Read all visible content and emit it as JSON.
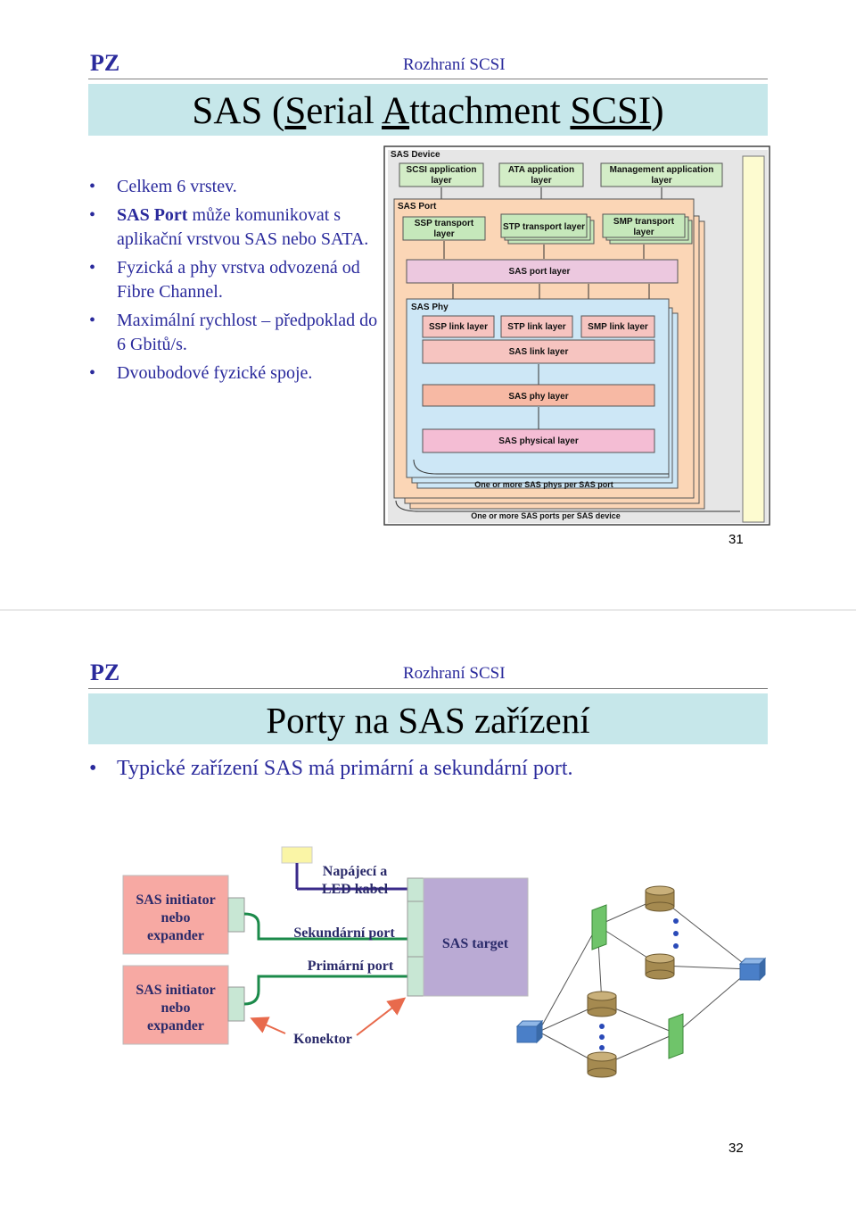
{
  "slide1": {
    "brand": "PZ",
    "section": "Rozhraní SCSI",
    "title_parts": [
      "SAS (",
      "S",
      "erial ",
      "A",
      "ttachment ",
      "SCSI",
      ")"
    ],
    "bullets": [
      {
        "strong": "",
        "text": "Celkem 6 vrstev."
      },
      {
        "strong": "SAS Port",
        "text": " může komunikovat s aplikační vrstvou SAS nebo SATA."
      },
      {
        "strong": "",
        "text": "Fyzická a phy vrstva odvozená od Fibre Channel."
      },
      {
        "strong": "",
        "text": "Maximální rychlost – předpoklad do 6 Gbitů/s."
      },
      {
        "strong": "",
        "text": "Dvoubodové fyzické spoje."
      }
    ],
    "page_number": "31",
    "diagram": {
      "sas_device": "SAS Device",
      "scsi_app": [
        "SCSI application",
        "layer"
      ],
      "ata_app": [
        "ATA application",
        "layer"
      ],
      "mgmt_app": [
        "Management application",
        "layer"
      ],
      "sas_port": "SAS Port",
      "ssp_transport": [
        "SSP transport",
        "layer"
      ],
      "stp_transport": "STP transport layer",
      "smp_transport": [
        "SMP transport",
        "layer"
      ],
      "port_layer": "SAS port layer",
      "sas_phy": "SAS Phy",
      "ssp_link": "SSP link layer",
      "stp_link": "STP link layer",
      "smp_link": "SMP link layer",
      "link_layer": "SAS link layer",
      "phy_layer": "SAS phy layer",
      "physical_layer": "SAS physical layer",
      "phys_per_port": "One or more SAS phys per SAS port",
      "ports_per_device": "One or more SAS ports per SAS device"
    }
  },
  "slide2": {
    "brand": "PZ",
    "section": "Rozhraní SCSI",
    "title": "Porty na SAS zařízení",
    "bullet": "Typické zařízení SAS má primární a sekundární port.",
    "page_number": "32",
    "diagram": {
      "initiator_top": [
        "SAS initiator",
        "nebo",
        "expander"
      ],
      "initiator_bottom": [
        "SAS initiator",
        "nebo",
        "expander"
      ],
      "power_label": [
        "Napájecí a",
        "LED kabel"
      ],
      "secondary_port": "Sekundární port",
      "primary_port": "Primární port",
      "target": "SAS target",
      "connector": "Konektor"
    }
  }
}
